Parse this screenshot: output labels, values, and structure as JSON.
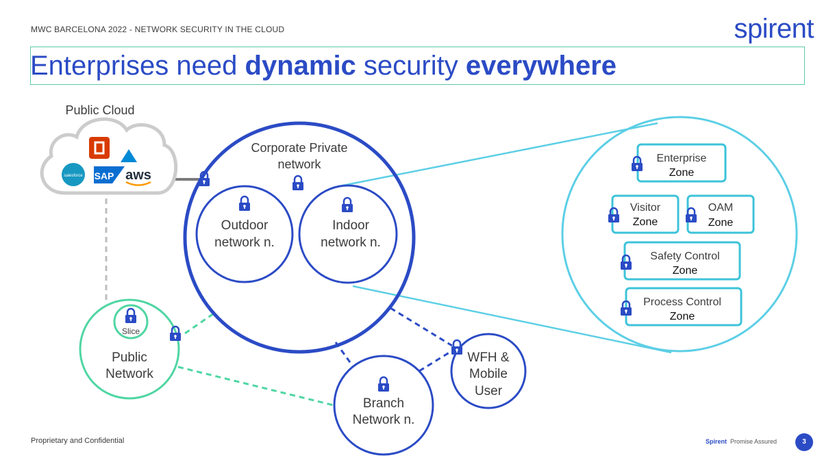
{
  "header": {
    "event": "MWC BARCELONA 2022 - NETWORK SECURITY IN THE CLOUD",
    "title_part1": "Enterprises need ",
    "title_bold1": "dynamic",
    "title_part2": " security ",
    "title_bold2": "everywhere",
    "logo": "spirent"
  },
  "diagram": {
    "public_cloud": {
      "label": "Public Cloud",
      "services": [
        "salesforce",
        "SAP",
        "aws"
      ]
    },
    "corporate": {
      "label_line1": "Corporate Private",
      "label_line2": "network",
      "outdoor_line1": "Outdoor",
      "outdoor_line2": "network n.",
      "indoor_line1": "Indoor",
      "indoor_line2": "network n."
    },
    "public_network": {
      "slice": "Slice",
      "label_line1": "Public",
      "label_line2": "Network"
    },
    "branch": {
      "label_line1": "Branch",
      "label_line2": "Network n."
    },
    "wfh": {
      "label_line1": "WFH  &",
      "label_line2": "Mobile",
      "label_line3": "User"
    },
    "zones": [
      {
        "line1": "Enterprise",
        "line2": "Zone"
      },
      {
        "line1": "Visitor",
        "line2": "Zone"
      },
      {
        "line1": "OAM",
        "line2": "Zone"
      },
      {
        "line1": "Safety Control",
        "line2": "Zone"
      },
      {
        "line1": "Process Control",
        "line2": "Zone"
      }
    ],
    "colors": {
      "blue": "#2b4bc5",
      "cyan": "#5ccfe6",
      "green": "#4fd6a3",
      "gray": "#bdbdbd"
    }
  },
  "footer": {
    "left": "Proprietary and Confidential",
    "brand": "Spirent",
    "tagline": "Promise Assured",
    "page": "3"
  }
}
